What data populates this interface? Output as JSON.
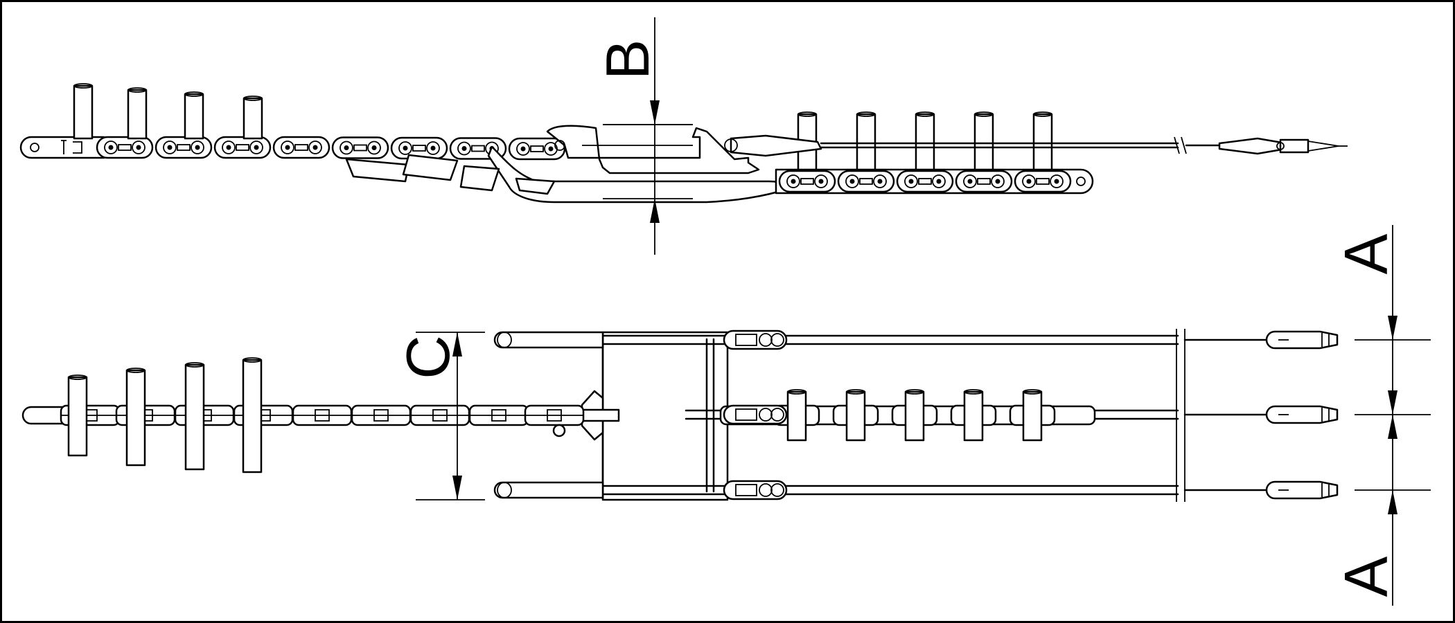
{
  "drawing": {
    "dimension_labels": {
      "b": "B",
      "c": "C",
      "a_top": "A",
      "a_bottom": "A"
    },
    "line_color": "#000000",
    "background_color": "#ffffff"
  }
}
